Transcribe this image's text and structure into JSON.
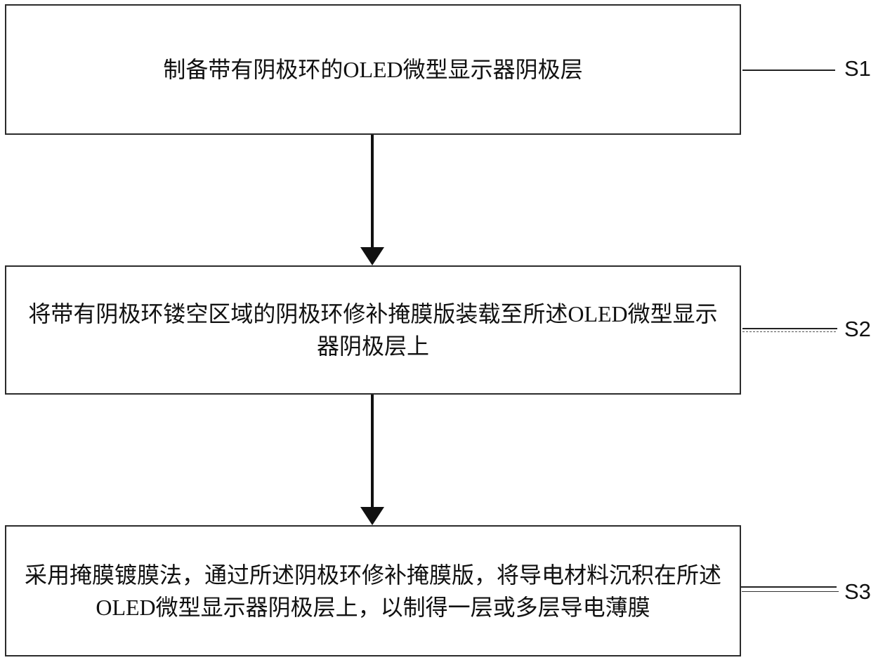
{
  "flowchart": {
    "colors": {
      "background": "#ffffff",
      "box_border": "#2b2b2b",
      "text": "#111111",
      "arrow": "#111111"
    },
    "steps": [
      {
        "label": "S1",
        "lines": [
          "制备带有阴极环的OLED微型显示器阴极层"
        ]
      },
      {
        "label": "S2",
        "lines": [
          "将带有阴极环镂空区域的阴极环修补掩膜版装载至所述OLED微型显示",
          "器阴极层上"
        ]
      },
      {
        "label": "S3",
        "lines": [
          "采用掩膜镀膜法，通过所述阴极环修补掩膜版，将导电材料沉积在所述",
          "OLED微型显示器阴极层上，以制得一层或多层导电薄膜"
        ]
      }
    ]
  }
}
